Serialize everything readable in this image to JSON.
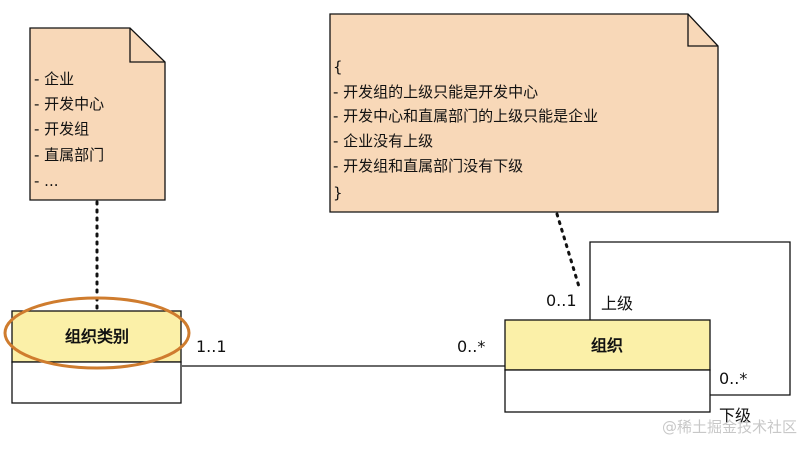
{
  "notes": {
    "left_note": {
      "lines": [
        "- 企业",
        "- 开发中心",
        "- 开发组",
        "- 直属部门",
        "- ..."
      ]
    },
    "right_note": {
      "lines": [
        "{",
        "- 开发组的上级只能是开发中心",
        "- 开发中心和直属部门的上级只能是企业",
        "- 企业没有上级",
        "- 开发组和直属部门没有下级",
        "}"
      ]
    }
  },
  "classes": {
    "org_category": {
      "name": "组织类别"
    },
    "org": {
      "name": "组织"
    }
  },
  "association": {
    "category_multiplicity": "1..1",
    "org_multiplicity": "0..*"
  },
  "self_association": {
    "parent_multiplicity": "0..1",
    "parent_role": "上级",
    "child_multiplicity": "0..*",
    "child_role": "下级"
  },
  "colors": {
    "note_fill": "#f8d8b8",
    "class_header_fill": "#fbf0a8",
    "highlight_ellipse": "#cf7c2e"
  },
  "watermark": "@稀土掘金技术社区"
}
